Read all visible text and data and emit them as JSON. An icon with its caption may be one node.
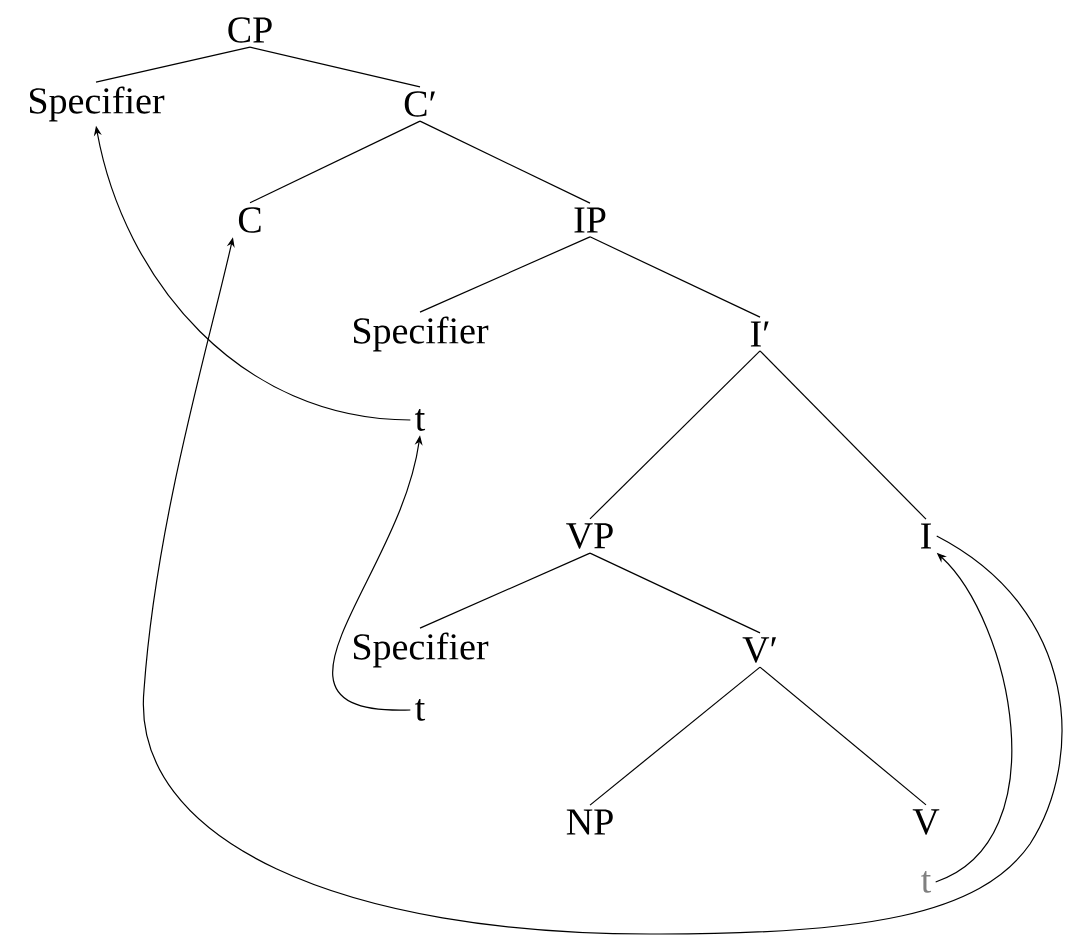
{
  "diagram": {
    "nodes": [
      {
        "text": [
          "CP"
        ]
      },
      {
        "text": [
          "Specifier"
        ]
      },
      {
        "text": [
          "C′"
        ]
      },
      {
        "text": [
          "C"
        ]
      },
      {
        "text": [
          "IP"
        ]
      },
      {
        "text": [
          "Specifier"
        ]
      },
      {
        "text": [
          "I′"
        ]
      },
      {
        "text": [
          "t"
        ]
      },
      {
        "text": [
          "VP"
        ]
      },
      {
        "text": [
          "I"
        ]
      },
      {
        "text": [
          "Specifier"
        ]
      },
      {
        "text": [
          "V′"
        ]
      },
      {
        "text": [
          "t"
        ]
      },
      {
        "text": [
          "NP"
        ]
      },
      {
        "text": [
          "V"
        ]
      },
      {
        "text": [
          "t"
        ]
      }
    ],
    "edges": [
      {
        "from": 0,
        "to": 1,
        "arrow": "none"
      },
      {
        "from": 0,
        "to": 2,
        "arrow": "none"
      },
      {
        "from": 2,
        "to": 3,
        "arrow": "none"
      },
      {
        "from": 2,
        "to": 4,
        "arrow": "none"
      },
      {
        "from": 4,
        "to": 5,
        "arrow": "none"
      },
      {
        "from": 4,
        "to": 6,
        "arrow": "none"
      },
      {
        "from": 6,
        "to": 8,
        "arrow": "none"
      },
      {
        "from": 6,
        "to": 9,
        "arrow": "none"
      },
      {
        "from": 8,
        "to": 10,
        "arrow": "none"
      },
      {
        "from": 8,
        "to": 11,
        "arrow": "none"
      },
      {
        "from": 11,
        "to": 13,
        "arrow": "none"
      },
      {
        "from": 11,
        "to": 14,
        "arrow": "none"
      },
      {
        "from": 7,
        "to": 1,
        "arrow": "to"
      },
      {
        "from": 12,
        "to": 7,
        "arrow": "to"
      },
      {
        "from": 15,
        "to": 9,
        "arrow": "to"
      },
      {
        "from": 9,
        "to": 3,
        "arrow": "to"
      }
    ]
  }
}
